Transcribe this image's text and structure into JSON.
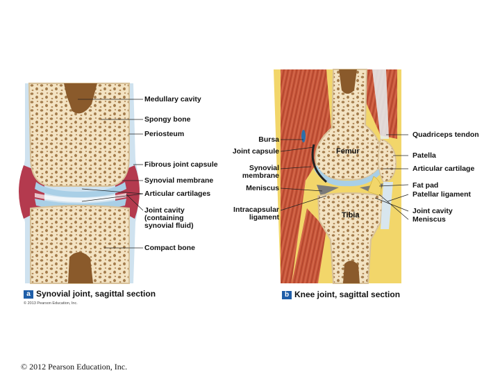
{
  "panel_a": {
    "badge": "a",
    "caption": "Synovial joint, sagittal section",
    "labels": [
      "Medullary cavity",
      "Spongy bone",
      "Periosteum",
      "Fibrous joint capsule",
      "Synovial membrane",
      "Articular cartilages",
      "Joint cavity\n(containing\nsynovial fluid)",
      "Compact bone"
    ],
    "small_copyright": "© 2013 Pearson Education, Inc."
  },
  "panel_b": {
    "badge": "b",
    "caption": "Knee joint, sagittal section",
    "inner_labels": [
      "Femur",
      "Tibia"
    ],
    "left_labels": [
      "Bursa",
      "Joint capsule",
      "Synovial\nmembrane",
      "Meniscus",
      "Intracapsular\nligament"
    ],
    "right_labels": [
      "Quadriceps tendon",
      "Patella",
      "Articular cartilage",
      "Fat pad",
      "Patellar ligament",
      "Joint cavity",
      "Meniscus"
    ]
  },
  "footer": {
    "copyright": "© 2012 Pearson Education, Inc."
  },
  "colors": {
    "bone": "#f3e3c3",
    "bone_pore": "#a47c4c",
    "marrow": "#8a5a2b",
    "cartilage": "#a9cfe6",
    "synovial_red": "#b43a4e",
    "muscle": "#c8563a",
    "fat": "#f2d66a",
    "badge": "#1f5ea8"
  }
}
